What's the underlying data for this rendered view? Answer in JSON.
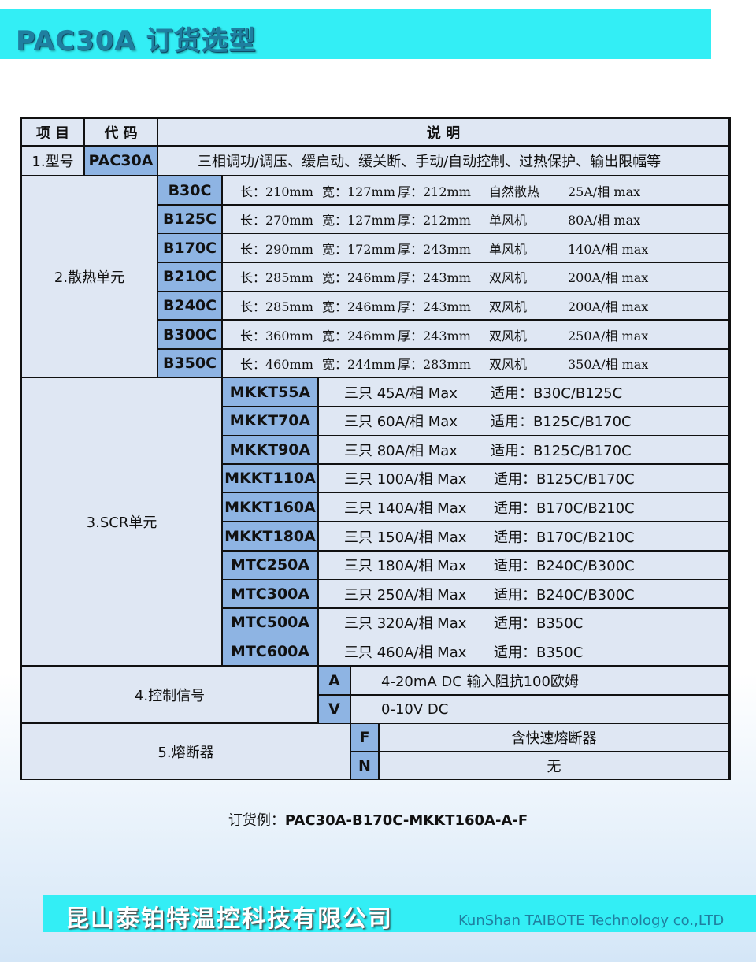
{
  "header": {
    "title": "PAC30A 订货选型"
  },
  "table": {
    "col_headers": {
      "item": "项 目",
      "code": "代 码",
      "desc": "说   明"
    },
    "model": {
      "label": "1.型号",
      "code": "PAC30A",
      "desc": "三相调功/调压、缓启动、缓关断、手动/自动控制、过热保护、输出限幅等"
    },
    "heatsink": {
      "label": "2.散热单元",
      "rows": [
        {
          "code": "B30C",
          "len": "长：210mm",
          "wid": "宽：127mm",
          "thk": "厚：212mm",
          "fan": "自然散热",
          "rating": "25A/相 max"
        },
        {
          "code": "B125C",
          "len": "长：270mm",
          "wid": "宽：127mm",
          "thk": "厚：212mm",
          "fan": "单风机",
          "rating": "80A/相 max"
        },
        {
          "code": "B170C",
          "len": "长：290mm",
          "wid": "宽：172mm",
          "thk": "厚：243mm",
          "fan": "单风机",
          "rating": "140A/相 max"
        },
        {
          "code": "B210C",
          "len": "长：285mm",
          "wid": "宽：246mm",
          "thk": "厚：243mm",
          "fan": "双风机",
          "rating": "200A/相 max"
        },
        {
          "code": "B240C",
          "len": "长：285mm",
          "wid": "宽：246mm",
          "thk": "厚：243mm",
          "fan": "双风机",
          "rating": "200A/相 max"
        },
        {
          "code": "B300C",
          "len": "长：360mm",
          "wid": "宽：246mm",
          "thk": "厚：243mm",
          "fan": "双风机",
          "rating": "250A/相 max"
        },
        {
          "code": "B350C",
          "len": "长：460mm",
          "wid": "宽：244mm",
          "thk": "厚：283mm",
          "fan": "双风机",
          "rating": "350A/相 max"
        }
      ]
    },
    "scr": {
      "label": "3.SCR单元",
      "rows": [
        {
          "code": "MKKT55A",
          "desc": "三只  45A/相 Max",
          "fit": "适用：B30C/B125C"
        },
        {
          "code": "MKKT70A",
          "desc": "三只  60A/相 Max",
          "fit": "适用：B125C/B170C"
        },
        {
          "code": "MKKT90A",
          "desc": "三只  80A/相 Max",
          "fit": "适用：B125C/B170C"
        },
        {
          "code": "MKKT110A",
          "desc": "三只  100A/相 Max",
          "fit": "适用：B125C/B170C"
        },
        {
          "code": "MKKT160A",
          "desc": "三只  140A/相 Max",
          "fit": "适用：B170C/B210C"
        },
        {
          "code": "MKKT180A",
          "desc": "三只  150A/相 Max",
          "fit": "适用：B170C/B210C"
        },
        {
          "code": "MTC250A",
          "desc": "三只  180A/相 Max",
          "fit": "适用：B240C/B300C"
        },
        {
          "code": "MTC300A",
          "desc": "三只  250A/相 Max",
          "fit": "适用：B240C/B300C"
        },
        {
          "code": "MTC500A",
          "desc": "三只  320A/相 Max",
          "fit": "适用：B350C"
        },
        {
          "code": "MTC600A",
          "desc": "三只  460A/相 Max",
          "fit": "适用：B350C"
        }
      ]
    },
    "control": {
      "label": "4.控制信号",
      "rows": [
        {
          "code": "A",
          "desc": "4-20mA DC  输入阻抗100欧姆"
        },
        {
          "code": "V",
          "desc": "0-10V DC"
        }
      ]
    },
    "fuse": {
      "label": "5.熔断器",
      "rows": [
        {
          "code": "F",
          "desc": "含快速熔断器"
        },
        {
          "code": "N",
          "desc": "无"
        }
      ]
    }
  },
  "example": {
    "prefix": "订货例：",
    "value": "PAC30A-B170C-MKKT160A-A-F"
  },
  "footer": {
    "company_cn": "昆山泰铂特温控科技有限公司",
    "company_en": "KunShan TAIBOTE Technology co.,LTD"
  },
  "colors": {
    "accent_bar": "#33eef5",
    "code_cell": "#8eb4e3",
    "row_bg": "#dfe7f3"
  }
}
